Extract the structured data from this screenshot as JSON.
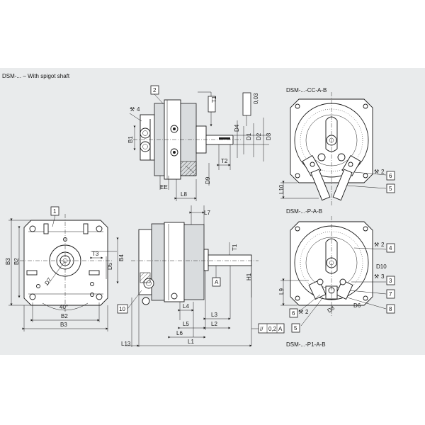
{
  "header": {
    "caption": "DSM-... – With spigot shaft"
  },
  "view_titles": {
    "variant_cc": "DSM-...-CC-A-B",
    "variant_p": "DSM-...-P-A-B",
    "variant_p1": "DSM-...-P1-A-B"
  },
  "callouts": {
    "n1": "1",
    "n2": "2",
    "n3": "3",
    "n4": "4",
    "n5": "5",
    "n6": "6",
    "n7": "7",
    "n8": "8",
    "n10": "10"
  },
  "dimensions": {
    "B1": "B1",
    "B2": "B2",
    "B3": "B3",
    "B4": "B4",
    "D1": "D1",
    "D2": "D2",
    "D3": "D3",
    "D4": "D4",
    "D5": "D5",
    "D6": "D6",
    "D7": "D7",
    "D8": "D8",
    "D9": "D9",
    "D10": "D10",
    "EE": "EE",
    "H1": "H1",
    "T1": "T1",
    "T2": "T2",
    "T3": "T3",
    "L1": "L1",
    "L2": "L2",
    "L3": "L3",
    "L4": "L4",
    "L5": "L5",
    "L6": "L6",
    "L7": "L7",
    "L8": "L8",
    "L9": "L9",
    "L10": "L10",
    "L13": "L13",
    "angle": "40°",
    "wrench2": "2",
    "wrench3": "3",
    "wrench4": "4"
  },
  "tolerances": {
    "flatness_value": "0,03",
    "parallel_value": "0,2",
    "parallel_datum": "A",
    "datum_A": "A"
  },
  "colors": {
    "panel": "#e9ebec",
    "line": "#1a1a1a",
    "part": "#d9dcde"
  }
}
